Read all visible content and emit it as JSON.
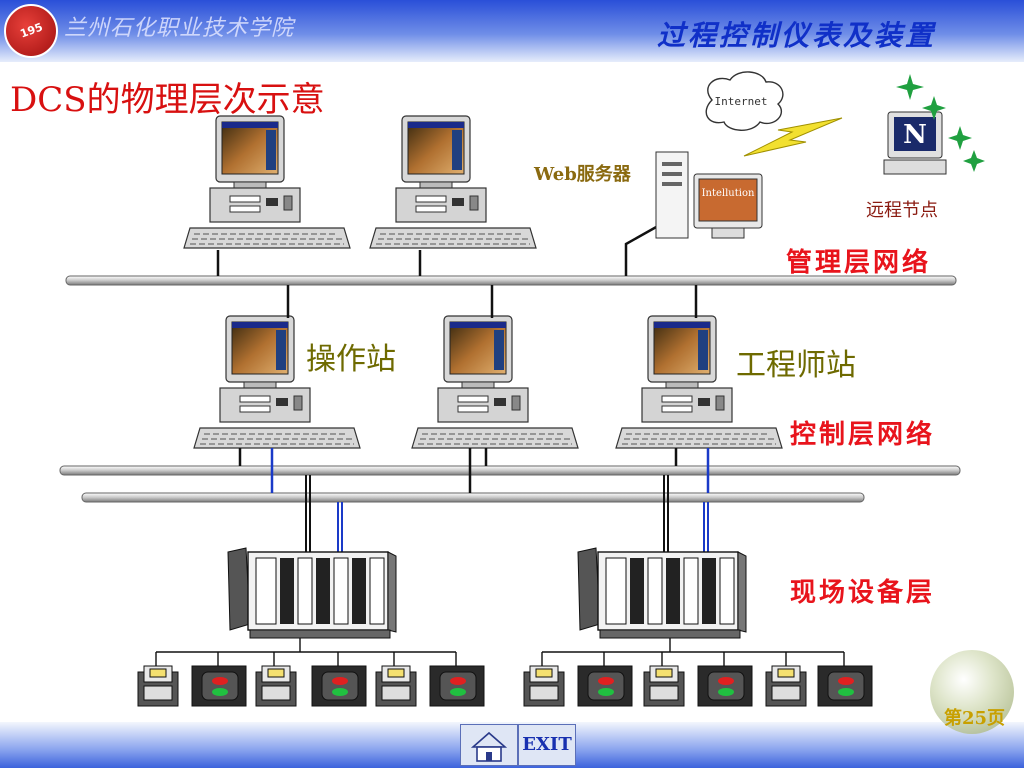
{
  "header": {
    "logo_text": "195",
    "college": "兰州石化职业技术学院",
    "course": "过程控制仪表及装置"
  },
  "slide": {
    "title": "DCS的物理层次示意"
  },
  "diagram": {
    "internet": "Internet",
    "web_server": "Web服务器",
    "web_monitor_text": "Intellution",
    "remote_node": "远程节点",
    "management_network": "管理层网络",
    "operator_station": "操作站",
    "engineer_station": "工程师站",
    "control_network": "控制层网络",
    "field_layer": "现场设备层"
  },
  "footer": {
    "page": "第25页",
    "exit": "EXIT"
  }
}
